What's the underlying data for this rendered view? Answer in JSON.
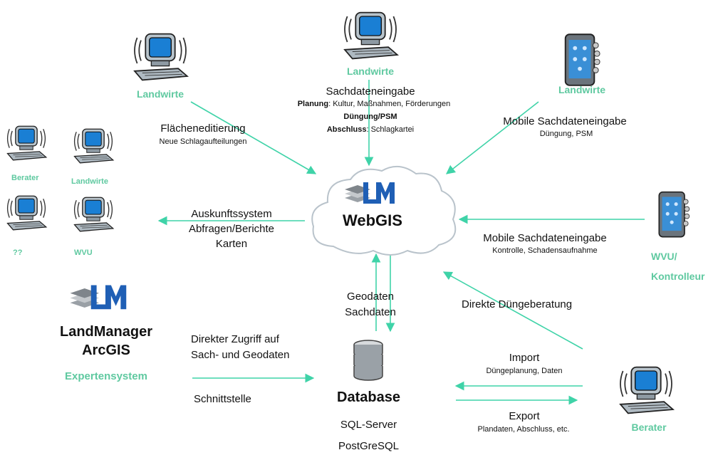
{
  "colors": {
    "accent": "#5fc9a0",
    "arrow": "#3fd3a8",
    "monitor_blue": "#1a7fd4"
  },
  "nodes": {
    "landwirte_top": "Landwirte",
    "landwirte_left": "Landwirte",
    "landwirte_right": "Landwirte",
    "berater_small": "Berater",
    "landwirte_small": "Landwirte",
    "unknown_small": "??",
    "wvu_small": "WVU",
    "wvu_kontrolleur": [
      "WVU/",
      "Kontrolleur"
    ],
    "berater_right": "Berater"
  },
  "webgis": {
    "label": "WebGIS",
    "logo": "LM"
  },
  "landmanager": {
    "logo": "LM",
    "line1": "LandManager",
    "line2": "ArcGIS",
    "subtitle": "Expertensystem"
  },
  "database": {
    "label": "Database",
    "line1": "SQL-Server",
    "line2": "PostGreSQL"
  },
  "edges": {
    "flaechen": {
      "title": "Flächeneditierung",
      "sub": "Neue Schlagaufteilungen"
    },
    "sachdaten": {
      "title": "Sachdateneingabe",
      "planung_label": "Planung",
      "planung_text": ": Kultur, Maßnahmen, Förderungen",
      "duengung": "Düngung/PSM",
      "abschluss_label": "Abschluss",
      "abschluss_text": ": Schlagkartei"
    },
    "mobile1": {
      "title": "Mobile Sachdateneingabe",
      "sub": "Düngung, PSM"
    },
    "auskunft": {
      "line1": "Auskunftssystem",
      "line2": "Abfragen/Berichte",
      "line3": "Karten"
    },
    "mobile2": {
      "title": "Mobile Sachdateneingabe",
      "sub": "Kontrolle, Schadensaufnahme"
    },
    "geodaten": {
      "line1": "Geodaten",
      "line2": "Sachdaten"
    },
    "direkte": "Direkte Düngeberatung",
    "direkter_zugriff": {
      "line1": "Direkter Zugriff auf",
      "line2": "Sach- und Geodaten"
    },
    "schnittstelle": "Schnittstelle",
    "import": {
      "title": "Import",
      "sub": "Düngeplanung, Daten"
    },
    "export": {
      "title": "Export",
      "sub": "Plandaten, Abschluss, etc."
    }
  },
  "icons": [
    "computer-icon",
    "mobile-phone-icon",
    "cloud-icon",
    "lm-logo-icon",
    "database-icon"
  ]
}
